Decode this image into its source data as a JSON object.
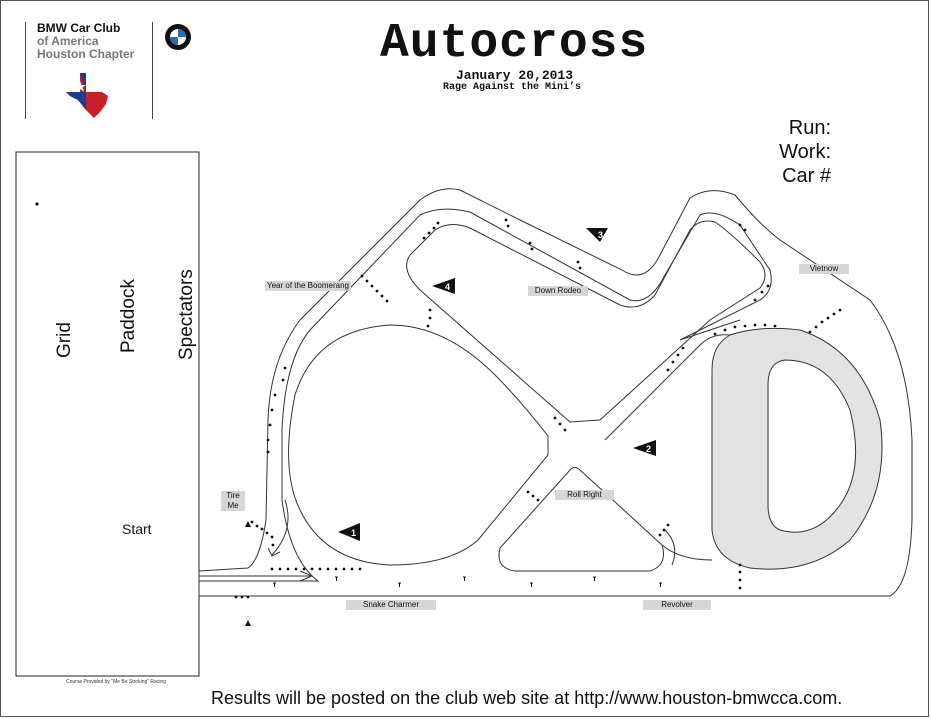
{
  "header": {
    "club_line1": "BMW Car Club",
    "club_line2": "of America",
    "club_line3": "Houston Chapter",
    "title": "Autocross",
    "date": "January 20,2013",
    "subtitle": "Rage Against the Mini’s"
  },
  "info": {
    "run": "Run:",
    "work": "Work:",
    "car": "Car #"
  },
  "areas": {
    "grid": "Grid",
    "paddock": "Paddock",
    "spectators": "Spectators",
    "start": "Start"
  },
  "features": {
    "boomerang": "Year of the Boomerang",
    "down_rodeo": "Down Rodeo",
    "vietnow": "Vietnow",
    "tire_me": "Tire Me",
    "roll_right": "Roll Right",
    "snake_charmer": "Snake Charmer",
    "revolver": "Revolver"
  },
  "markers": [
    "1",
    "2",
    "3",
    "4"
  ],
  "footer": {
    "credit": "Course Provided by \"Me Be Stroking\" Racing",
    "results": "Results will be posted on the club web site at http://www.houston-bmwcca.com."
  },
  "colors": {
    "shaded": "#e3e3e3",
    "flag_blue": "#1f3d8c",
    "flag_red": "#c8202b"
  }
}
